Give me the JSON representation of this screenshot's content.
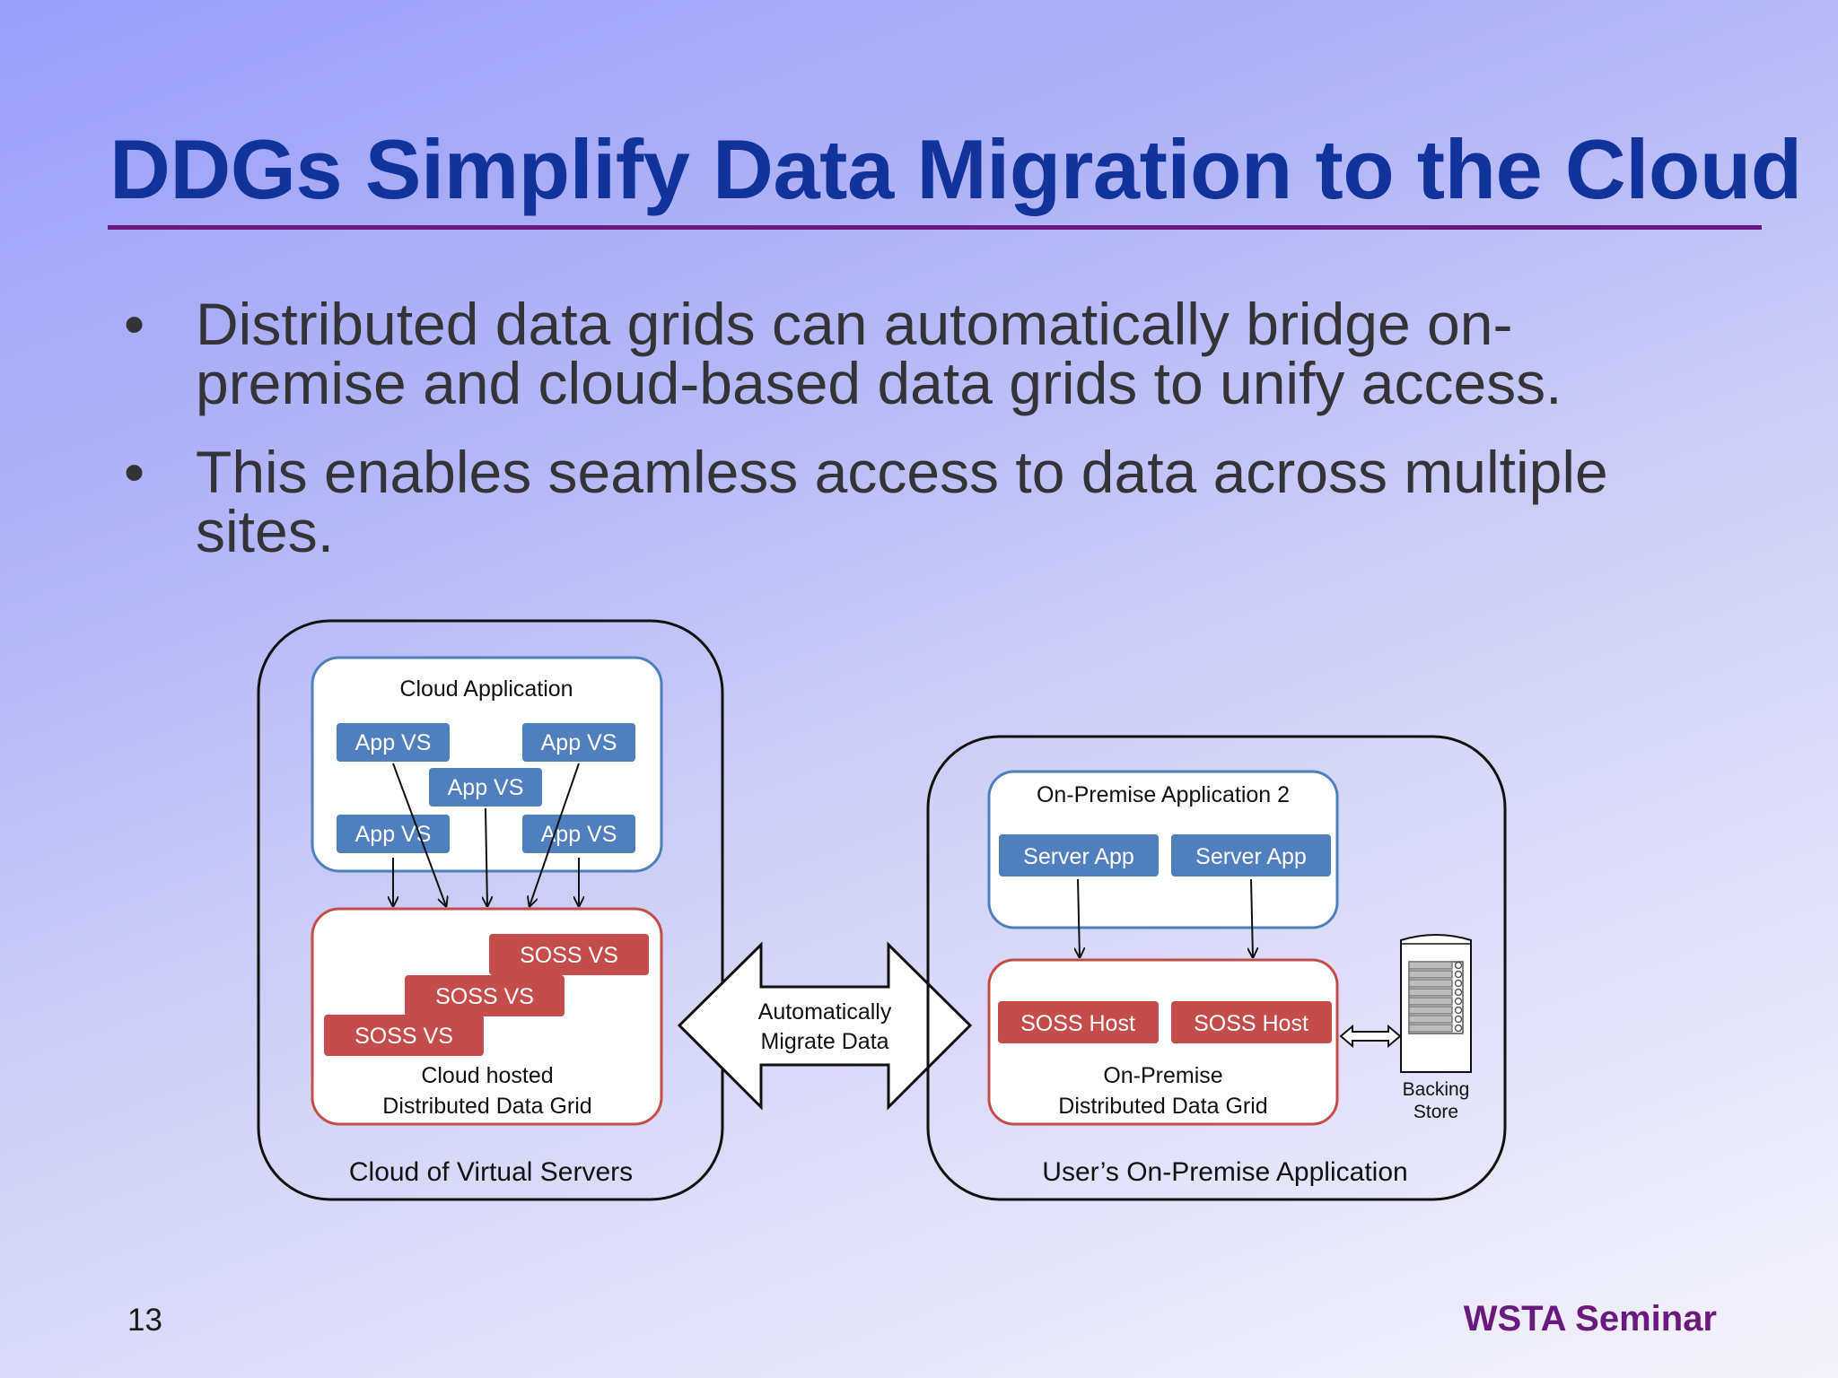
{
  "slide": {
    "title": "DDGs Simplify Data Migration to the Cloud",
    "bullets": [
      {
        "marker": "•",
        "text": "Distributed data grids can automatically bridge on-premise and cloud-based data grids to unify access."
      },
      {
        "marker": "•",
        "text": "This enables seamless access to data across multiple sites."
      }
    ],
    "page_number": "13",
    "footer": "WSTA Seminar"
  },
  "diagram": {
    "cloud": {
      "label": "Cloud of Virtual Servers",
      "app_box_label": "Cloud Application",
      "app_vs": [
        "App VS",
        "App VS",
        "App VS",
        "App VS",
        "App VS"
      ],
      "grid_label_line1": "Cloud hosted",
      "grid_label_line2": "Distributed Data Grid",
      "soss_vs": [
        "SOSS VS",
        "SOSS VS",
        "SOSS VS"
      ]
    },
    "migration": {
      "label_line1": "Automatically",
      "label_line2": "Migrate Data"
    },
    "on_premise": {
      "label": "User’s On-Premise Application",
      "app_box_label": "On-Premise Application 2",
      "server_apps": [
        "Server App",
        "Server App"
      ],
      "grid_label_line1": "On-Premise",
      "grid_label_line2": "Distributed Data Grid",
      "soss_hosts": [
        "SOSS Host",
        "SOSS Host"
      ],
      "backing_store_line1": "Backing",
      "backing_store_line2": "Store"
    },
    "colors": {
      "blue_box": "#4f7fbd",
      "red_box": "#c44d4a",
      "blue_border": "#4f7fbd",
      "red_border": "#c44d4a"
    }
  }
}
